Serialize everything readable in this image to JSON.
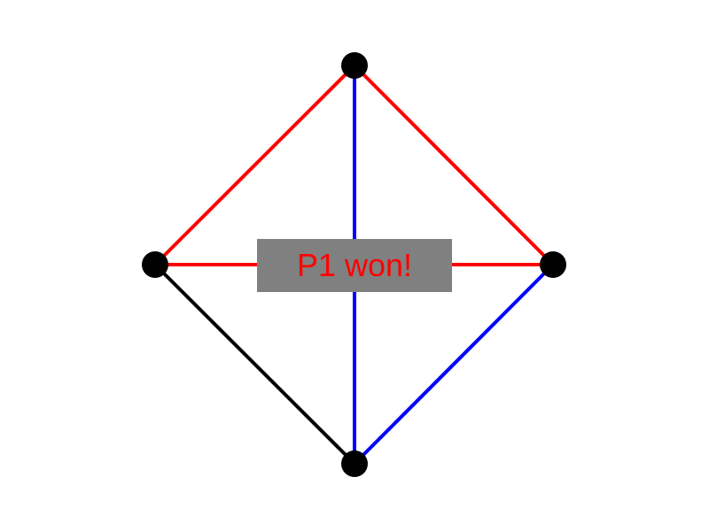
{
  "game": {
    "status_text": "P1 won!",
    "status_color": "#ff0000",
    "banner_bg": "#808080"
  },
  "colors": {
    "p1": "#ff0000",
    "p2": "#0000ff",
    "unclaimed": "#000000",
    "vertex": "#000000",
    "background": "#ffffff"
  },
  "vertices": [
    {
      "id": "top"
    },
    {
      "id": "left"
    },
    {
      "id": "right"
    },
    {
      "id": "bottom"
    }
  ],
  "edges": [
    {
      "from": "top",
      "to": "left",
      "owner": "p1"
    },
    {
      "from": "top",
      "to": "right",
      "owner": "p1"
    },
    {
      "from": "left",
      "to": "right",
      "owner": "p1"
    },
    {
      "from": "top",
      "to": "bottom",
      "owner": "p2"
    },
    {
      "from": "right",
      "to": "bottom",
      "owner": "p2"
    },
    {
      "from": "left",
      "to": "bottom",
      "owner": "unclaimed"
    }
  ]
}
